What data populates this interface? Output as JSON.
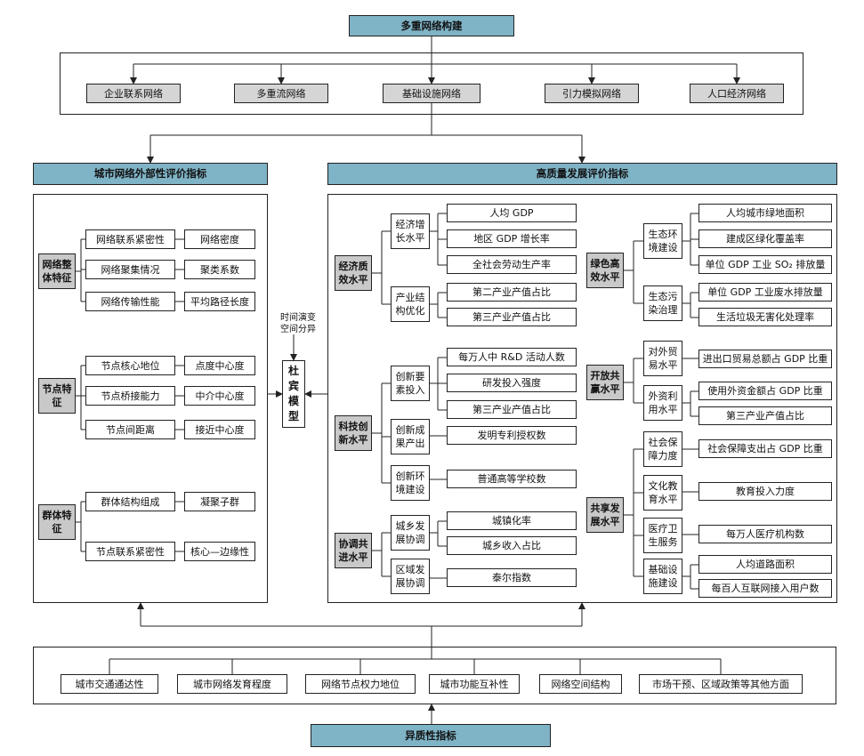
{
  "top": {
    "title": "多重网络构建",
    "networks": [
      "企业联系网络",
      "多重流网络",
      "基础设施网络",
      "引力模拟网络",
      "人口经济网络"
    ]
  },
  "left_panel": {
    "title": "城市网络外部性评价指标",
    "groups": [
      {
        "name": "网络整体特征",
        "rows": [
          [
            "网络联系紧密性",
            "网络密度"
          ],
          [
            "网络聚集情况",
            "聚类系数"
          ],
          [
            "网络传输性能",
            "平均路径长度"
          ]
        ]
      },
      {
        "name": "节点特征",
        "rows": [
          [
            "节点核心地位",
            "点度中心度"
          ],
          [
            "节点桥接能力",
            "中介中心度"
          ],
          [
            "节点间距离",
            "接近中心度"
          ]
        ]
      },
      {
        "name": "群体特征",
        "rows": [
          [
            "群体结构组成",
            "凝聚子群"
          ],
          [
            "节点联系紧密性",
            "核心—边缘性"
          ]
        ]
      }
    ]
  },
  "center": {
    "method_note": "时间演变\n空间分异",
    "model": "杜宾模型"
  },
  "right_panel": {
    "title": "高质量发展评价指标",
    "left_column": [
      {
        "name": "经济质效水平",
        "subs": [
          {
            "name": "经济增长水平",
            "items": [
              "人均 GDP",
              "地区 GDP 增长率",
              "全社会劳动生产率"
            ]
          },
          {
            "name": "产业结构优化",
            "items": [
              "第二产业产值占比",
              "第三产业产值占比"
            ]
          }
        ]
      },
      {
        "name": "科技创新水平",
        "subs": [
          {
            "name": "创新要素投入",
            "items": [
              "每万人中 R&D 活动人数",
              "研发投入强度",
              "第三产业产值占比"
            ]
          },
          {
            "name": "创新成果产出",
            "items": [
              "发明专利授权数"
            ]
          },
          {
            "name": "创新环境建设",
            "items": [
              "普通高等学校数"
            ]
          }
        ]
      },
      {
        "name": "协调共进水平",
        "subs": [
          {
            "name": "城乡发展协调",
            "items": [
              "城镇化率",
              "城乡收入占比"
            ]
          },
          {
            "name": "区域发展协调",
            "items": [
              "泰尔指数"
            ]
          }
        ]
      }
    ],
    "right_column": [
      {
        "name": "绿色高效水平",
        "subs": [
          {
            "name": "生态环境建设",
            "items": [
              "人均城市绿地面积",
              "建成区绿化覆盖率",
              "单位 GDP 工业 SO₂ 排放量"
            ]
          },
          {
            "name": "生态污染治理",
            "items": [
              "单位 GDP 工业废水排放量",
              "生活垃圾无害化处理率"
            ]
          }
        ]
      },
      {
        "name": "开放共赢水平",
        "subs": [
          {
            "name": "对外贸易水平",
            "items": [
              "进出口贸易总额占 GDP 比重"
            ]
          },
          {
            "name": "外资利用水平",
            "items": [
              "使用外资金额占 GDP 比重",
              "第三产业产值占比"
            ]
          }
        ]
      },
      {
        "name": "共享发展水平",
        "subs": [
          {
            "name": "社会保障力度",
            "items": [
              "社会保障支出占 GDP 比重"
            ]
          },
          {
            "name": "文化教育水平",
            "items": [
              "教育投入力度"
            ]
          },
          {
            "name": "医疗卫生服务",
            "items": [
              "每万人医疗机构数"
            ]
          },
          {
            "name": "基础设施建设",
            "items": [
              "人均道路面积",
              "每百人互联网接入用户数"
            ]
          }
        ]
      }
    ]
  },
  "bottom": {
    "factors": [
      "城市交通通达性",
      "城市网络发育程度",
      "网络节点权力地位",
      "城市功能互补性",
      "网络空间结构",
      "市场干预、区域政策等其他方面"
    ],
    "title": "异质性指标"
  },
  "colors": {
    "header_fill": "#7fb3c6",
    "box_fill": "#d5d5d5",
    "line": "#222222"
  }
}
